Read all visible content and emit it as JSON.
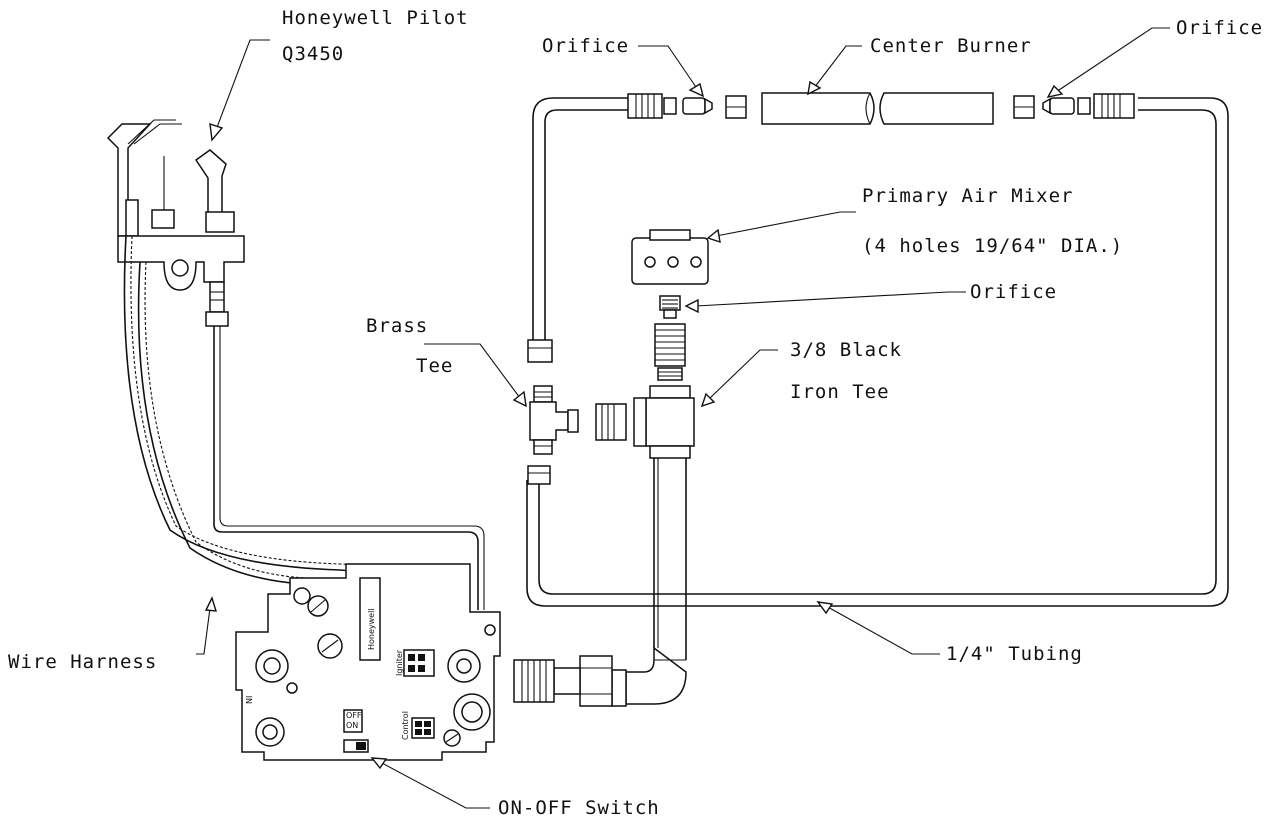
{
  "labels": {
    "honeywell_pilot": "Honeywell Pilot",
    "pilot_model": "Q3450",
    "orifice_left": "Orifice",
    "center_burner": "Center Burner",
    "orifice_right": "Orifice",
    "primary_air_mixer": "Primary Air Mixer",
    "mixer_holes": "(4 holes 19/64\" DIA.)",
    "orifice_middle": "Orifice",
    "brass": "Brass",
    "tee": "Tee",
    "black_iron_1": "3/8 Black",
    "black_iron_2": "Iron Tee",
    "wire_harness": "Wire Harness",
    "tubing": "1/4\" Tubing",
    "on_off_switch": "ON-OFF Switch"
  },
  "valve_markings": {
    "brand": "Honeywell",
    "igniter": "Igniter",
    "control": "Control",
    "off": "OFF",
    "on": "ON",
    "inlet": "NI"
  },
  "colors": {
    "ink": "#111111",
    "paper": "#ffffff"
  }
}
